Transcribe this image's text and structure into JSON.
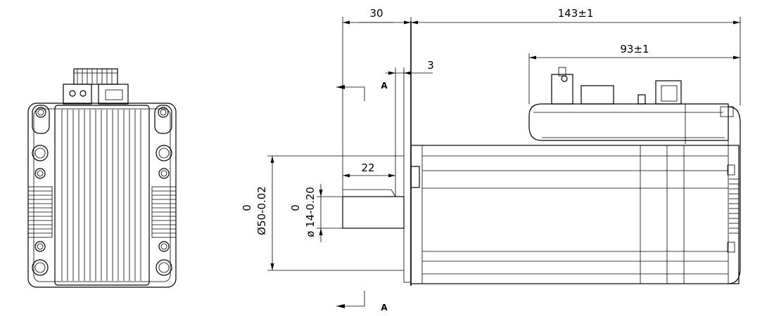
{
  "dimensions": {
    "shaft_extension": "30",
    "body_length": "143±1",
    "driver_length": "93±1",
    "flange_thickness": "3",
    "key_length": "22",
    "pilot_tol_upper": "0",
    "pilot_diameter": "Ø50-0.02",
    "shaft_tol_upper": "0",
    "shaft_diameter": "ø 14-0.20"
  },
  "section": {
    "top_label": "A",
    "bottom_label": "A"
  }
}
